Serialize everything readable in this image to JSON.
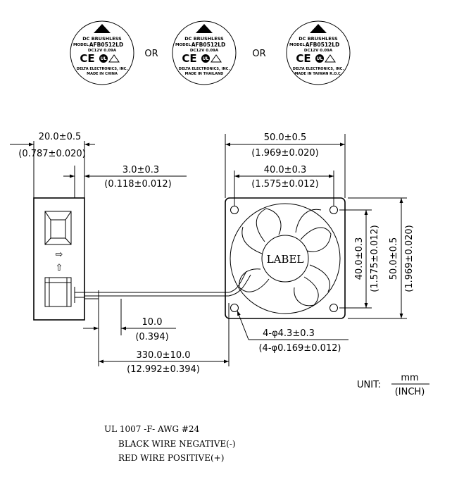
{
  "labels": [
    {
      "type": "DC BRUSHLESS",
      "model_prefix": "MODEL",
      "model": "AFB0512LD",
      "rating": "DC12V  0.09A",
      "ul_mark": "UL",
      "ce_mark": "CE",
      "maker": "DELTA ELECTRONICS, INC.",
      "origin": "MADE IN CHINA"
    },
    {
      "type": "DC BRUSHLESS",
      "model_prefix": "MODEL",
      "model": "AFB0512LD",
      "rating": "DC12V  0.09A",
      "ul_mark": "UL",
      "ce_mark": "CE",
      "maker": "DELTA ELECTRONICS, INC.",
      "origin": "MADE IN THAILAND"
    },
    {
      "type": "DC BRUSHLESS",
      "model_prefix": "MODEL",
      "model": "AFB0512LD",
      "rating": "DC12V  0.09A",
      "ul_mark": "UL",
      "ce_mark": "CE",
      "maker": "DELTA ELECTRONICS, INC.",
      "origin": "MADE IN TAIWAN R.O.C."
    }
  ],
  "or_word": "OR",
  "dims": {
    "depth": "20.0±0.5",
    "depth_in": "(0.787±0.020)",
    "offset": "3.0±0.3",
    "offset_in": "(0.118±0.012)",
    "width": "50.0±0.5",
    "width_in": "(1.969±0.020)",
    "hole_pitch": "40.0±0.3",
    "hole_pitch_in": "(1.575±0.012)",
    "v_pitch": "40.0±0.3",
    "v_pitch_in": "(1.575±0.012)",
    "height": "50.0±0.5",
    "height_in": "(1.969±0.020)",
    "strip": "10.0",
    "strip_in": "(0.394)",
    "lead": "330.0±10.0",
    "lead_in": "(12.992±0.394)",
    "holes": "4-φ4.3±0.3",
    "holes_in": "(4-φ0.169±0.012)"
  },
  "label_text": "LABEL",
  "airflow_arrow": "⇨",
  "rotation_arrow": "⇧",
  "unit": {
    "prefix": "UNIT:",
    "top": "mm",
    "bottom": "(INCH)"
  },
  "notes": [
    "UL 1007 -F- AWG #24",
    "BLACK WIRE NEGATIVE(-)",
    "RED WIRE POSITIVE(+)"
  ]
}
